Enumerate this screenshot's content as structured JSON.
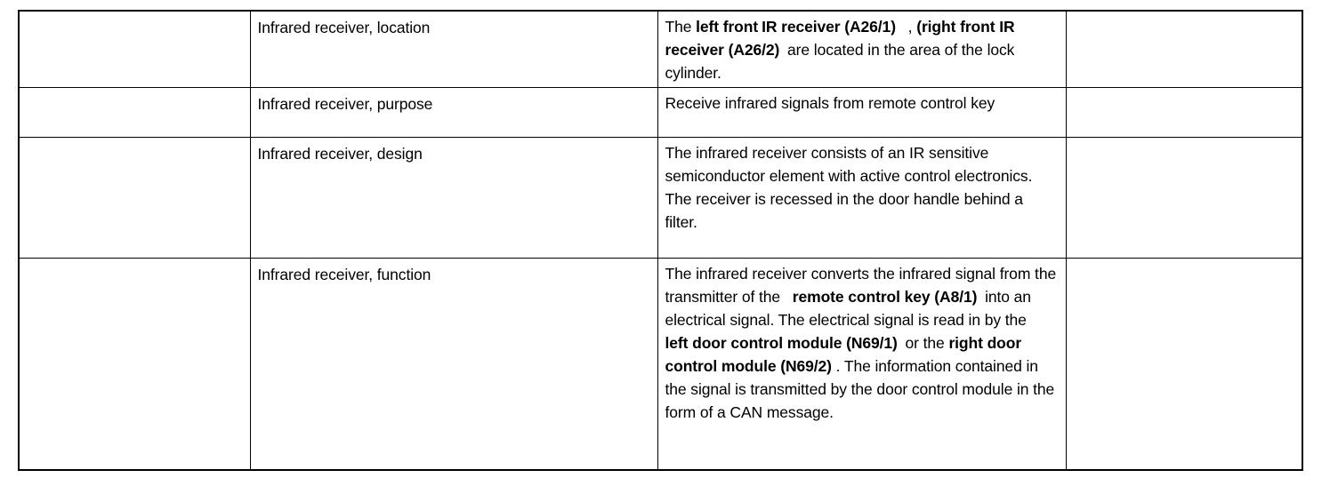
{
  "document": {
    "type": "specification-table",
    "background_color": "#ffffff",
    "text_color": "#000000",
    "border_color": "#000000"
  },
  "table": {
    "column_count": 4,
    "row_count": 4,
    "columns": [
      {
        "key": "col1",
        "header": "",
        "content": "empty"
      },
      {
        "key": "col2",
        "header": "",
        "content": "topic-label"
      },
      {
        "key": "col3",
        "header": "",
        "content": "description"
      },
      {
        "key": "col4",
        "header": "",
        "content": "empty"
      }
    ],
    "rows": [
      {
        "id": "row-location",
        "col1": "",
        "col2": "Infrared receiver, location",
        "col4": "",
        "col3_plain": "The left front IR receiver (A26/1) , (right front IR receiver (A26/2) are located in the area of the lock cylinder.",
        "col3_runs": [
          {
            "text": "The ",
            "bold": false
          },
          {
            "text": "left front",
            "bold": true
          },
          {
            "text": " ",
            "bold": false
          },
          {
            "text": "IR receiver (A26/1)",
            "bold": true
          },
          {
            "text": " , ",
            "bold": false
          },
          {
            "text": "(right front IR receiver (A26/2)",
            "bold": true
          },
          {
            "text": " are located in the area of the lock cylinder.",
            "bold": false
          }
        ]
      },
      {
        "id": "row-purpose",
        "col1": "",
        "col2": "Infrared receiver, purpose",
        "col4": "",
        "col3_plain": "Receive infrared signals from remote control key",
        "col3_runs": [
          {
            "text": "Receive infrared signals from remote control key",
            "bold": false
          }
        ]
      },
      {
        "id": "row-design",
        "col1": "",
        "col2": "Infrared receiver, design",
        "col4": "",
        "col3_plain": "The infrared receiver consists of an IR sensitive semiconductor element with active control electronics. The receiver is recessed in the door handle behind a filter.",
        "col3_paragraphs": [
          [
            {
              "text": "The infrared receiver consists of an IR sensitive semiconductor element with active control electronics.",
              "bold": false
            }
          ],
          [
            {
              "text": "The receiver is recessed in the door handle behind a filter.",
              "bold": false
            }
          ]
        ]
      },
      {
        "id": "row-function",
        "col1": "",
        "col2": "Infrared receiver, function",
        "col4": "",
        "col3_plain": "The infrared receiver converts the infrared signal from the transmitter of the remote control key (A8/1) into an electrical signal. The electrical signal is read in by the left door control module (N69/1) or the right door control module (N69/2) . The information contained in the signal is transmitted by the door control module in the form of a CAN message.",
        "col3_runs": [
          {
            "text": "The infrared receiver converts the infrared signal from the transmitter of the ",
            "bold": false
          },
          {
            "text": "remote control key (A8/1)",
            "bold": true
          },
          {
            "text": " into an electrical signal. The electrical signal is read in by the ",
            "bold": false
          },
          {
            "text": "left door control module (N69/1)",
            "bold": true
          },
          {
            "text": " or the ",
            "bold": false
          },
          {
            "text": "right door control module (N69/2)",
            "bold": true
          },
          {
            "text": " . The information contained in the signal is transmitted by the door control module in the form of a CAN message.",
            "bold": false
          }
        ]
      }
    ]
  }
}
